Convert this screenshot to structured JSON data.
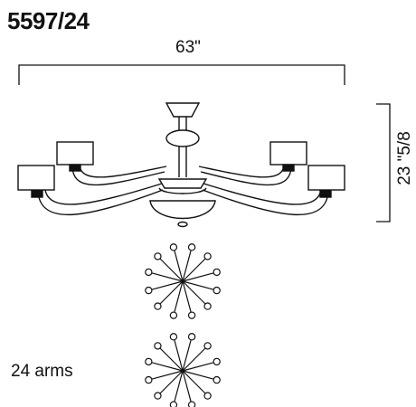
{
  "model_number": "5597/24",
  "dimensions": {
    "width": "63\"",
    "height": "23 \"5/8"
  },
  "arms_label": "24 arms",
  "colors": {
    "line": "#111111",
    "background": "#ffffff"
  }
}
